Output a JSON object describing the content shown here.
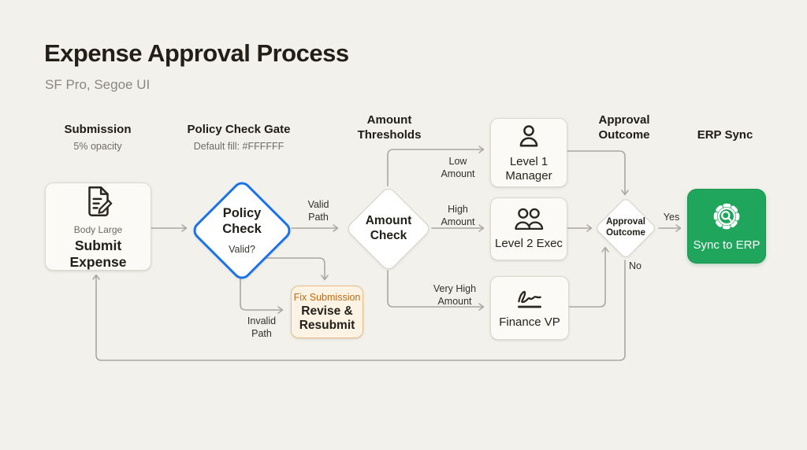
{
  "title": "Expense Approval Process",
  "subtitle": "SF Pro, Segoe UI",
  "columns": [
    {
      "label": "Submission",
      "sublabel": "5% opacity"
    },
    {
      "label": "Policy Check Gate",
      "sublabel": "Default fill: #FFFFFF"
    },
    {
      "label": "Amount Thresholds"
    },
    {
      "label": "Approval Outcome"
    },
    {
      "label": "ERP Sync"
    }
  ],
  "nodes": {
    "submit_expense": {
      "pretitle": "Body Large",
      "label": "Submit Expense",
      "icon": "document-edit-icon"
    },
    "policy_check": {
      "label": "Policy Check",
      "question": "Valid?"
    },
    "revise_resubmit": {
      "tag": "Fix Submission",
      "label": "Revise & Resubmit"
    },
    "amount_check": {
      "label": "Amount Check"
    },
    "level1_manager": {
      "label": "Level 1 Manager",
      "icon": "person-icon"
    },
    "level2_exec": {
      "label": "Level 2 Exec",
      "icon": "people-icon"
    },
    "finance_vp": {
      "label": "Finance VP",
      "icon": "signature-icon"
    },
    "approval_outcome": {
      "label": "Approval Outcome"
    },
    "sync_to_erp": {
      "label": "Sync to ERP",
      "icon": "sync-gear-icon"
    }
  },
  "edge_labels": {
    "valid": "Valid Path",
    "invalid": "Invalid Path",
    "low": "Low Amount",
    "high": "High Amount",
    "very_high": "Very High Amount",
    "yes": "Yes",
    "no": "No"
  },
  "colors": {
    "canvas": "#F2F1EB",
    "policy_accent": "#1A73E8",
    "revise_border": "#EBBC87",
    "revise_fill": "#FDF3E4",
    "revise_tag_text": "#C2690F",
    "erp_green": "#1FA65C",
    "edge_gray": "#ABA8A0"
  }
}
